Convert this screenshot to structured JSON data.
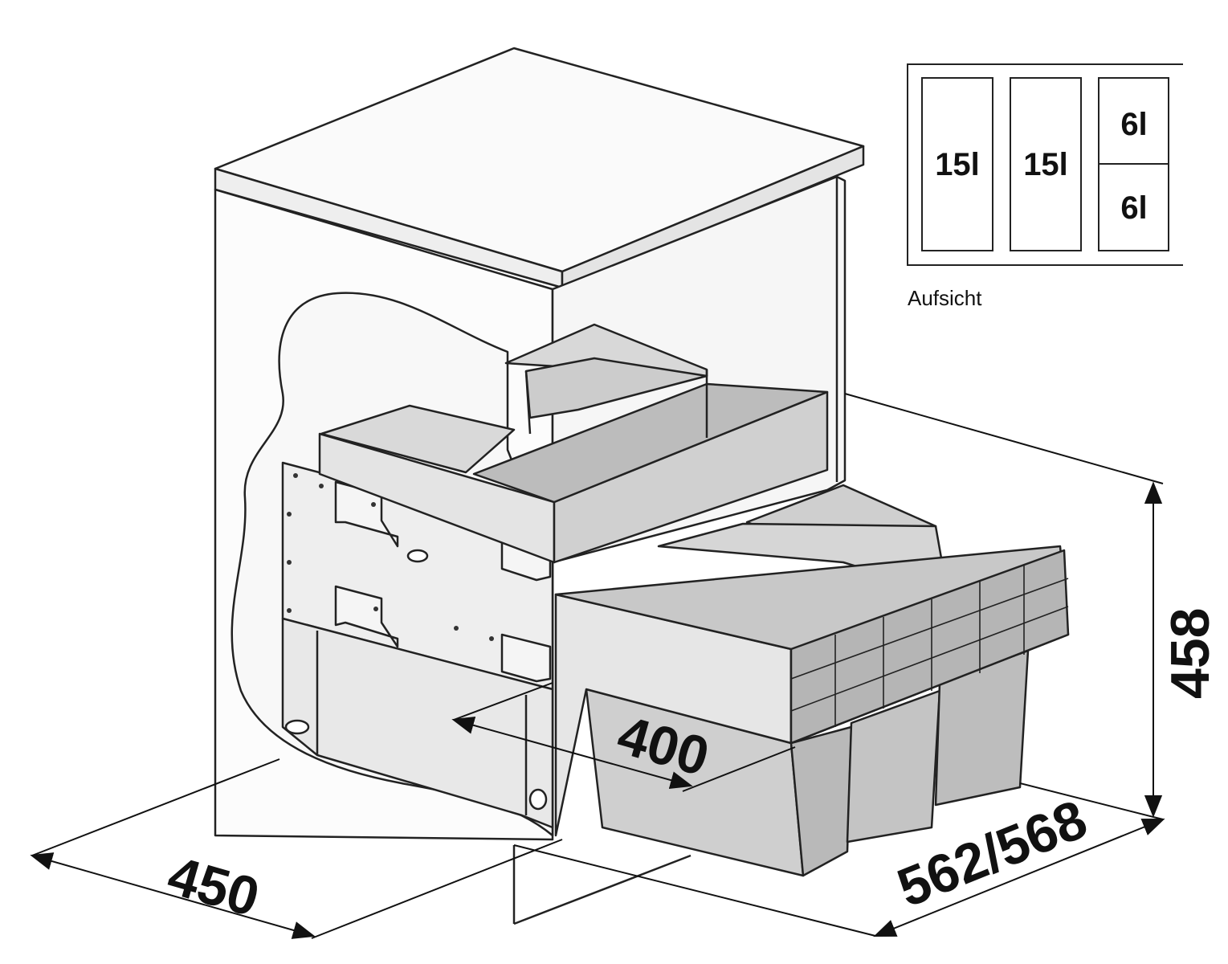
{
  "dimensions": {
    "width": "450",
    "drawer_width": "400",
    "depth": "562/568",
    "height": "458"
  },
  "top_view": {
    "caption": "Aufsicht",
    "bins": [
      "15l",
      "15l",
      "6l",
      "6l"
    ]
  },
  "colors": {
    "line": "#222222",
    "panel": "#f4f4f4",
    "bin": "#d4d4d4",
    "bin_dark": "#b8b8b8",
    "bin_top": "#e6e6e6"
  }
}
